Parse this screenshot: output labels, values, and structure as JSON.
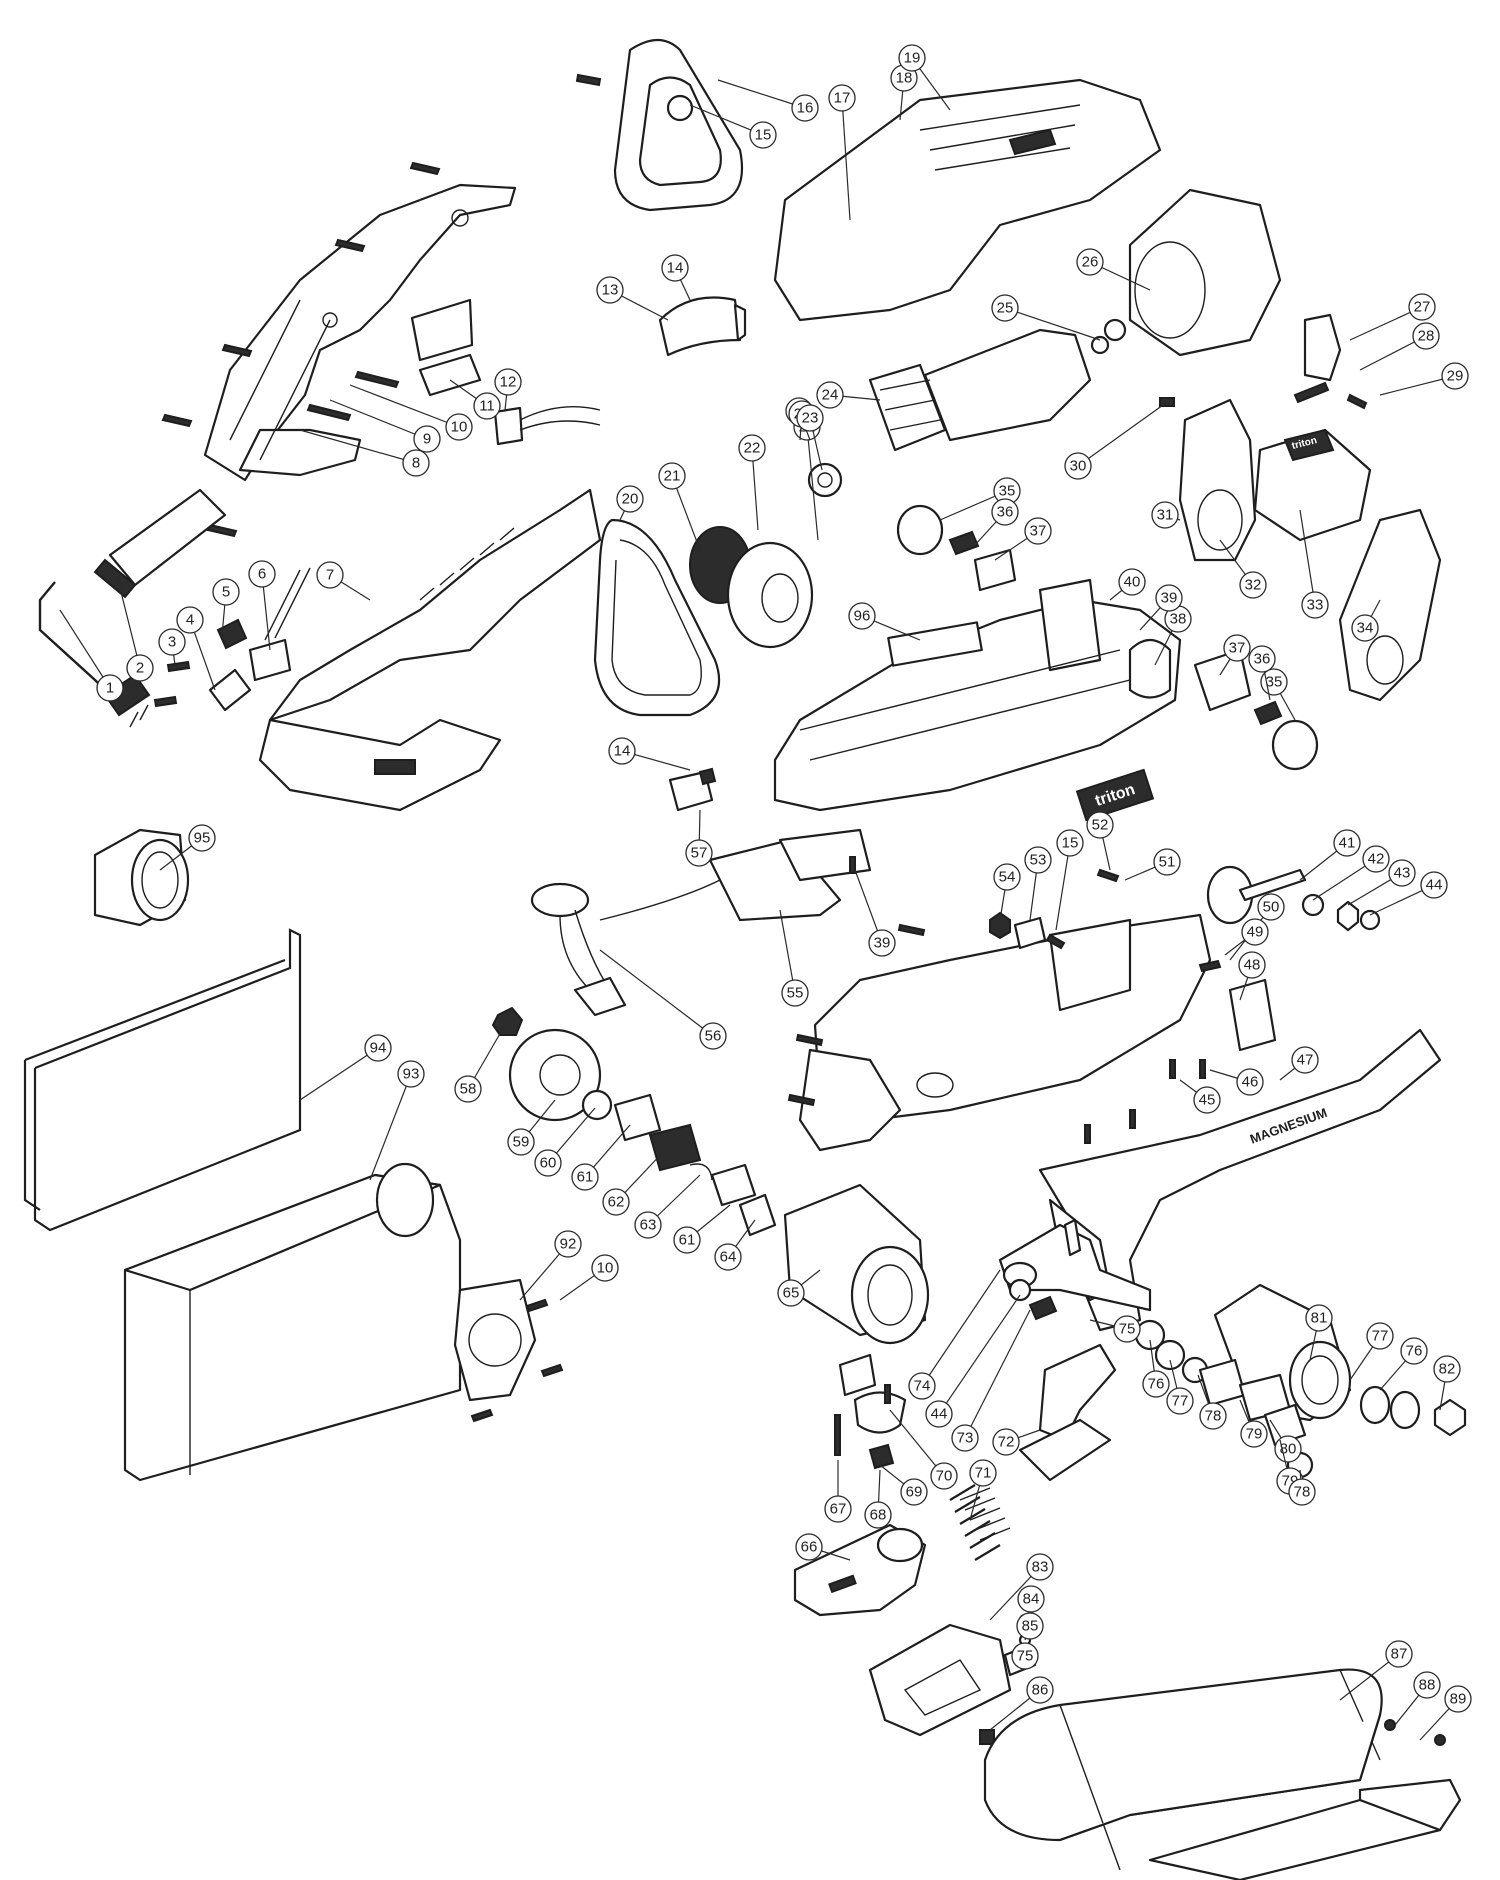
{
  "brand_plate": "triton",
  "brand_logo_text": "triton",
  "magnesium_label": "MAGNESIUM",
  "callouts": [
    {
      "label": "1"
    },
    {
      "label": "2"
    },
    {
      "label": "3"
    },
    {
      "label": "4"
    },
    {
      "label": "5"
    },
    {
      "label": "6"
    },
    {
      "label": "7"
    },
    {
      "label": "8"
    },
    {
      "label": "9"
    },
    {
      "label": "10"
    },
    {
      "label": "11"
    },
    {
      "label": "12"
    },
    {
      "label": "13"
    },
    {
      "label": "14"
    },
    {
      "label": "15"
    },
    {
      "label": "16"
    },
    {
      "label": "17"
    },
    {
      "label": "18"
    },
    {
      "label": "19"
    },
    {
      "label": "20"
    },
    {
      "label": "21"
    },
    {
      "label": "22"
    },
    {
      "label": "22"
    },
    {
      "label": "22"
    },
    {
      "label": "22"
    },
    {
      "label": "23"
    },
    {
      "label": "24"
    },
    {
      "label": "25"
    },
    {
      "label": "26"
    },
    {
      "label": "27"
    },
    {
      "label": "28"
    },
    {
      "label": "29"
    },
    {
      "label": "30"
    },
    {
      "label": "31"
    },
    {
      "label": "32"
    },
    {
      "label": "33"
    },
    {
      "label": "34"
    },
    {
      "label": "35"
    },
    {
      "label": "36"
    },
    {
      "label": "37"
    },
    {
      "label": "35"
    },
    {
      "label": "36"
    },
    {
      "label": "37"
    },
    {
      "label": "38"
    },
    {
      "label": "39"
    },
    {
      "label": "40"
    },
    {
      "label": "96"
    },
    {
      "label": "14"
    },
    {
      "label": "57"
    },
    {
      "label": "95"
    },
    {
      "label": "39"
    },
    {
      "label": "55"
    },
    {
      "label": "56"
    },
    {
      "label": "54"
    },
    {
      "label": "53"
    },
    {
      "label": "15"
    },
    {
      "label": "52"
    },
    {
      "label": "51"
    },
    {
      "label": "41"
    },
    {
      "label": "42"
    },
    {
      "label": "43"
    },
    {
      "label": "44"
    },
    {
      "label": "50"
    },
    {
      "label": "49"
    },
    {
      "label": "48"
    },
    {
      "label": "47"
    },
    {
      "label": "46"
    },
    {
      "label": "45"
    },
    {
      "label": "94"
    },
    {
      "label": "93"
    },
    {
      "label": "58"
    },
    {
      "label": "59"
    },
    {
      "label": "60"
    },
    {
      "label": "61"
    },
    {
      "label": "62"
    },
    {
      "label": "63"
    },
    {
      "label": "61"
    },
    {
      "label": "64"
    },
    {
      "label": "65"
    },
    {
      "label": "92"
    },
    {
      "label": "10"
    },
    {
      "label": "75"
    },
    {
      "label": "81"
    },
    {
      "label": "77"
    },
    {
      "label": "76"
    },
    {
      "label": "82"
    },
    {
      "label": "74"
    },
    {
      "label": "44"
    },
    {
      "label": "73"
    },
    {
      "label": "76"
    },
    {
      "label": "77"
    },
    {
      "label": "78"
    },
    {
      "label": "79"
    },
    {
      "label": "80"
    },
    {
      "label": "79"
    },
    {
      "label": "78"
    },
    {
      "label": "72"
    },
    {
      "label": "70"
    },
    {
      "label": "69"
    },
    {
      "label": "71"
    },
    {
      "label": "67"
    },
    {
      "label": "68"
    },
    {
      "label": "66"
    },
    {
      "label": "83"
    },
    {
      "label": "84"
    },
    {
      "label": "85"
    },
    {
      "label": "75"
    },
    {
      "label": "86"
    },
    {
      "label": "87"
    },
    {
      "label": "88"
    },
    {
      "label": "89"
    }
  ]
}
